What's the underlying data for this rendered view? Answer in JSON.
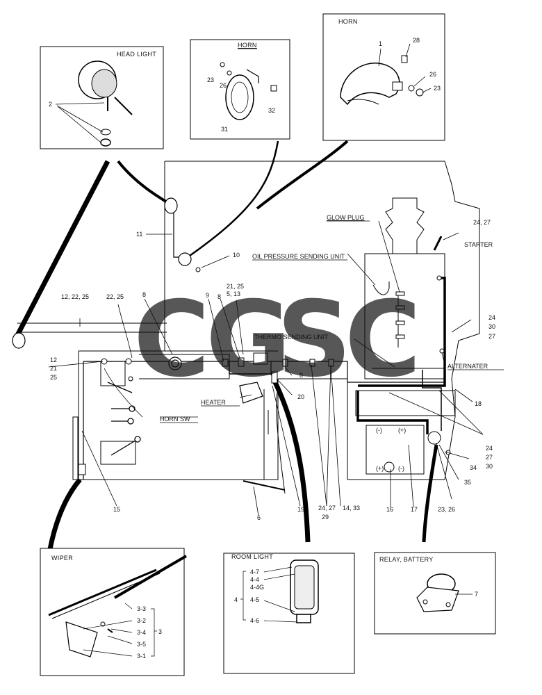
{
  "diagram": {
    "insets": {
      "headlight": {
        "title": "HEAD LIGHT",
        "labels": [
          "2"
        ]
      },
      "horn_left": {
        "title": "HORN",
        "labels": [
          "23",
          "26",
          "31",
          "32"
        ]
      },
      "horn_right": {
        "title": "HORN",
        "labels": [
          "1",
          "28",
          "26",
          "23"
        ]
      },
      "wiper": {
        "title": "WIPER",
        "labels": [
          "3-3",
          "3-2",
          "3-4",
          "3-5",
          "3-1",
          "3"
        ]
      },
      "room_light": {
        "title": "ROOM LIGHT",
        "labels": [
          "4-7",
          "4-4",
          "4-4G",
          "4",
          "4-5",
          "4-6"
        ]
      },
      "relay_battery": {
        "title": "RELAY, BATTERY",
        "labels": [
          "7"
        ]
      }
    },
    "components": {
      "glow_plug": "GLOW PLUG",
      "oil_pressure": "OIL PRESSURE SENDING UNIT",
      "starter": "STARTER",
      "thermo": "THERMO SENDING UNIT",
      "alternater": "ALTERNATER",
      "heater": "HEATER",
      "horn_sw": "HORN SW"
    },
    "callouts": {
      "c11": "11",
      "c10": "10",
      "c2427a": "24, 27",
      "c122225": "12, 22, 25",
      "c2225": "22, 25",
      "c8a": "8",
      "c9": "9",
      "c8b": "8",
      "c2125": "21, 25",
      "c513": "5, 13",
      "c24": "24",
      "c30": "30",
      "c27": "27",
      "c12": "12",
      "c21": "21",
      "c25": "25",
      "c8c": "8",
      "c20": "20",
      "c18": "18",
      "c24b": "24",
      "c27b": "27",
      "c30b": "30",
      "c34": "34",
      "c35": "35",
      "c15": "15",
      "c6": "6",
      "c19": "19",
      "c2427b": "24, 27",
      "c29": "29",
      "c1433": "14, 33",
      "c16": "16",
      "c17": "17",
      "c2326": "23, 26",
      "bat_neg1": "(-)",
      "bat_pos1": "(+)",
      "bat_pos2": "(+)",
      "bat_neg2": "(-)"
    },
    "watermark": {
      "letters": [
        "C",
        "G",
        "S",
        "C"
      ],
      "colors": [
        "#4a86f0",
        "#e8473d",
        "#f6c324",
        "#32a46a"
      ]
    }
  }
}
